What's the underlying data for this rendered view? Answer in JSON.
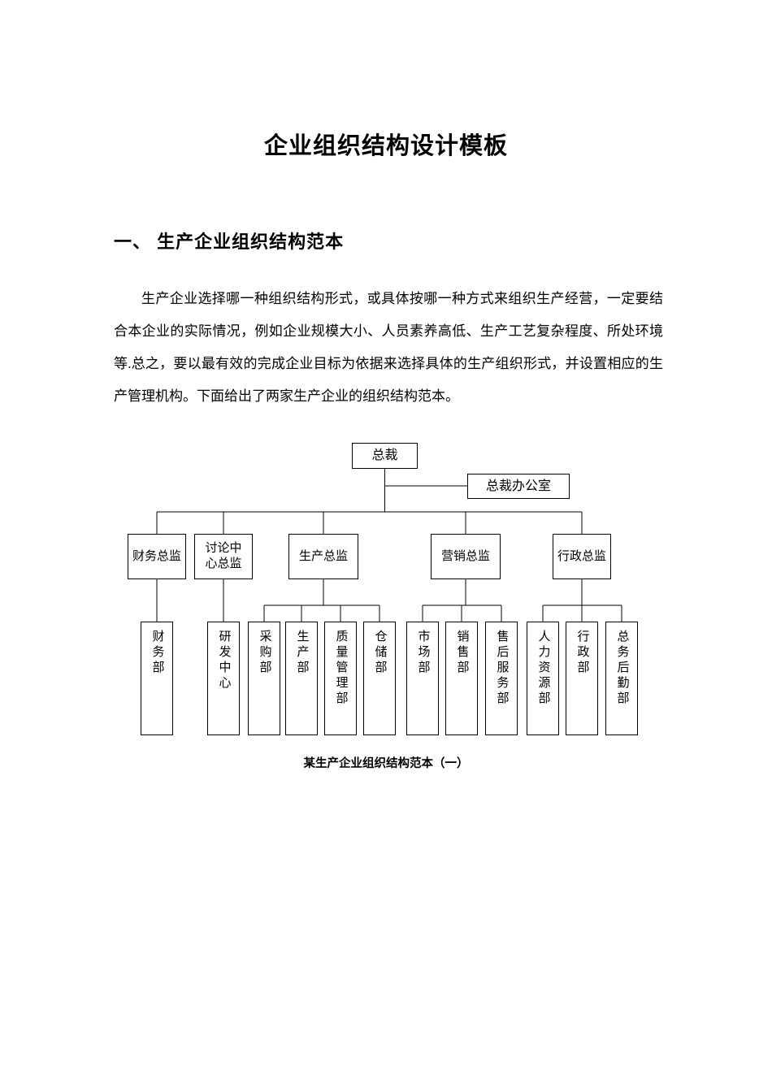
{
  "document": {
    "title": "企业组织结构设计模板",
    "section_heading": "一、 生产企业组织结构范本",
    "paragraph": "生产企业选择哪一种组织结构形式，或具体按哪一种方式来组织生产经营，一定要结合本企业的实际情况，例如企业规模大小、人员素养高低、生产工艺复杂程度、所处环境等.总之，要以最有效的完成企业目标为依据来选择具体的生产组织形式，并设置相应的生产管理机构。下面给出了两家生产企业的组织结构范本。",
    "figure_caption": "某生产企业组织结构范本（一）"
  },
  "org_chart": {
    "type": "org-chart",
    "root": "总裁",
    "staff_office": "总裁办公室",
    "directors": [
      {
        "label": "财务总监",
        "children": [
          "财务部"
        ]
      },
      {
        "label": "讨论中心总监",
        "children": [
          "研发中心"
        ]
      },
      {
        "label": "生产总监",
        "children": [
          "采购部",
          "生产部",
          "质量管理部",
          "仓储部"
        ]
      },
      {
        "label": "营销总监",
        "children": [
          "市场部",
          "销售部",
          "售后服务部"
        ]
      },
      {
        "label": "行政总监",
        "children": [
          "人力资源部",
          "行政部",
          "总务后勤部"
        ]
      }
    ]
  }
}
